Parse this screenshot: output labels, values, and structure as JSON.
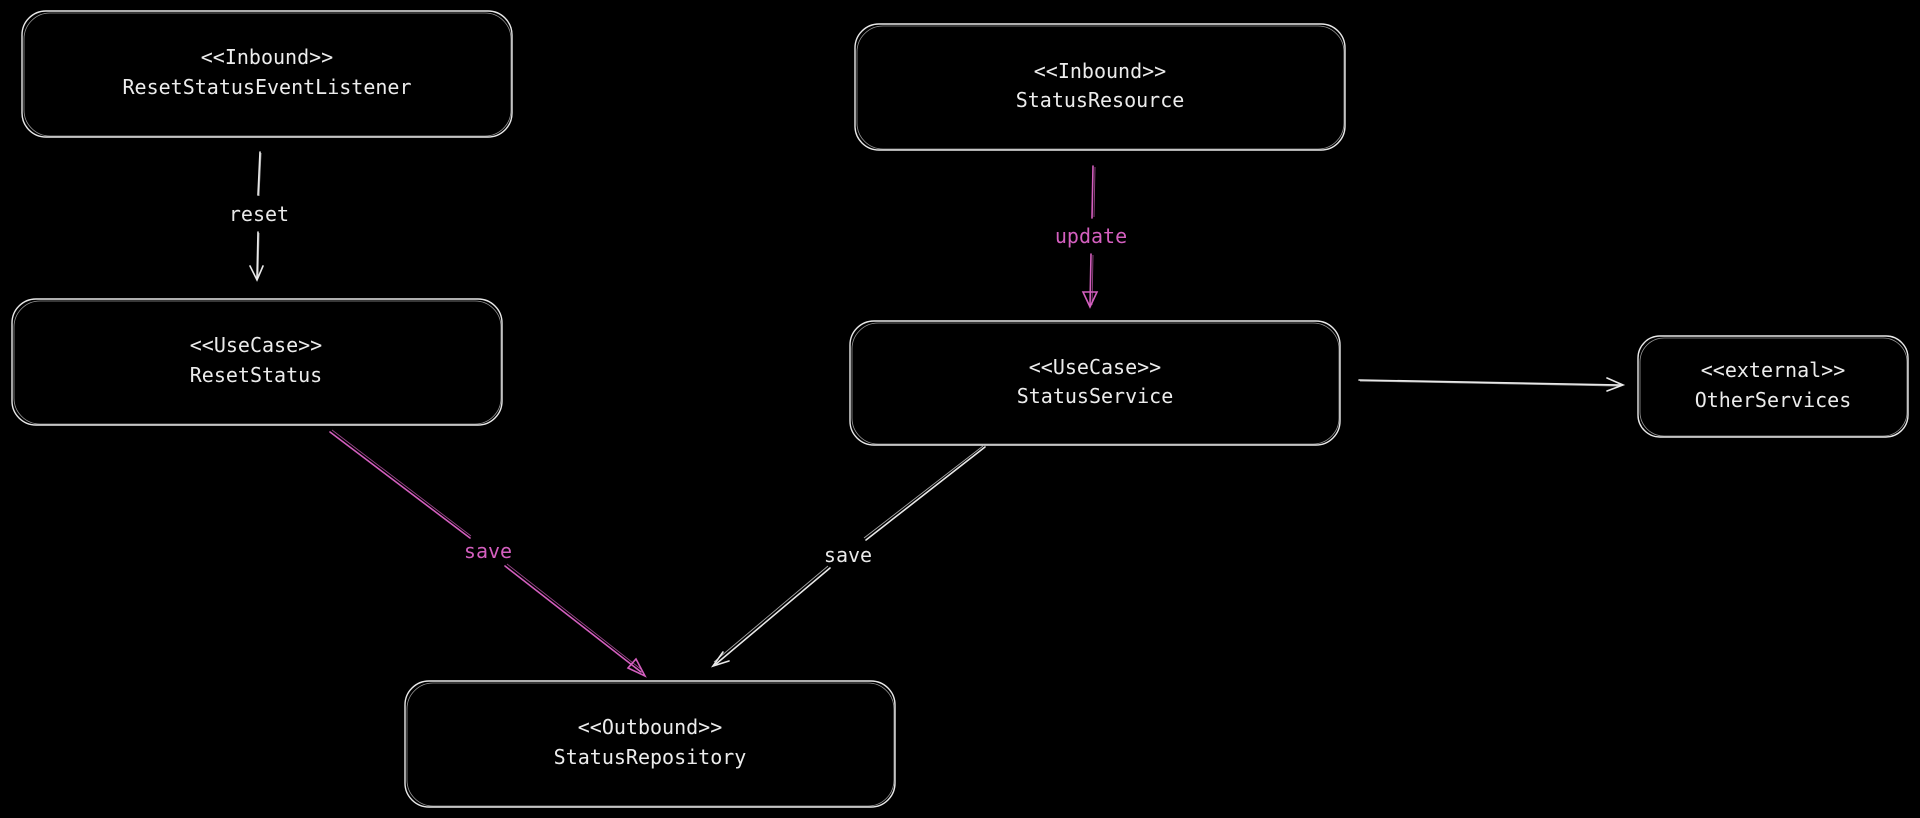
{
  "colors": {
    "background": "#000000",
    "default_stroke": "#e9e9e9",
    "accent": "#d45fbf"
  },
  "nodes": {
    "reset_listener": {
      "stereotype": "<<Inbound>>",
      "name": "ResetStatusEventListener"
    },
    "status_resource": {
      "stereotype": "<<Inbound>>",
      "name": "StatusResource"
    },
    "reset_status": {
      "stereotype": "<<UseCase>>",
      "name": "ResetStatus"
    },
    "status_service": {
      "stereotype": "<<UseCase>>",
      "name": "StatusService"
    },
    "other_services": {
      "stereotype": "<<external>>",
      "name": "OtherServices"
    },
    "status_repository": {
      "stereotype": "<<Outbound>>",
      "name": "StatusRepository"
    }
  },
  "edges": {
    "listener_to_reset": {
      "label": "reset",
      "color": "#e9e9e9"
    },
    "resource_to_service": {
      "label": "update",
      "color": "#d45fbf"
    },
    "reset_to_repository": {
      "label": "save",
      "color": "#d45fbf"
    },
    "service_to_repository": {
      "label": "save",
      "color": "#e9e9e9"
    },
    "service_to_other": {
      "label": "",
      "color": "#e9e9e9"
    }
  }
}
